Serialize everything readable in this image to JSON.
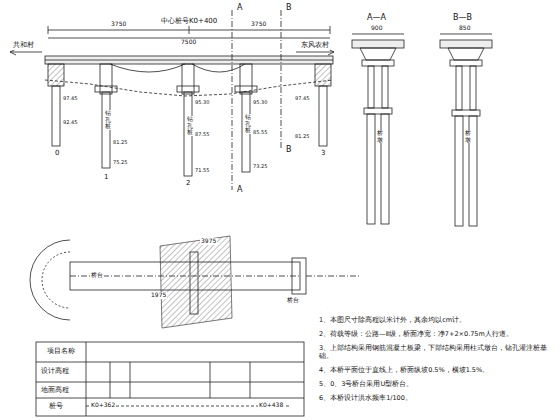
{
  "diagram": {
    "labels": [
      "中心桩号K0+400",
      "共和村",
      "东风农村",
      "A",
      "B",
      "A",
      "B",
      "A—A",
      "B—B",
      "3750",
      "3750",
      "7500",
      "97.45",
      "92.45",
      "81.25",
      "75.25",
      "95.30",
      "87.55",
      "71.55",
      "95.30",
      "85.55",
      "73.25",
      "97.45",
      "81.25",
      "钻孔桩",
      "钻孔桩",
      "钻孔桩",
      "0",
      "1",
      "2",
      "3",
      "900",
      "850",
      "桥墩",
      "桥墩",
      "桥台",
      "1975",
      "3975",
      "桥台",
      "项目名称",
      "设计高程",
      "地面高程",
      "桩号",
      "K0+362",
      "K0+438",
      "1、本图尺寸除高程以米计外，其余均以cm计。",
      "2、荷载等级：公路—Ⅱ级，桥面净宽：净7+2×0.75m人行道。",
      "3、上部结构采用钢筋混凝土板梁，下部结构采用柱式墩台，钻孔灌注桩基础。",
      "4、本桥平面位于直线上，桥面纵坡0.5%，横坡1.5%。",
      "5、0、3号桥台采用U型桥台。",
      "6、本桥设计洪水频率1/100。"
    ]
  }
}
